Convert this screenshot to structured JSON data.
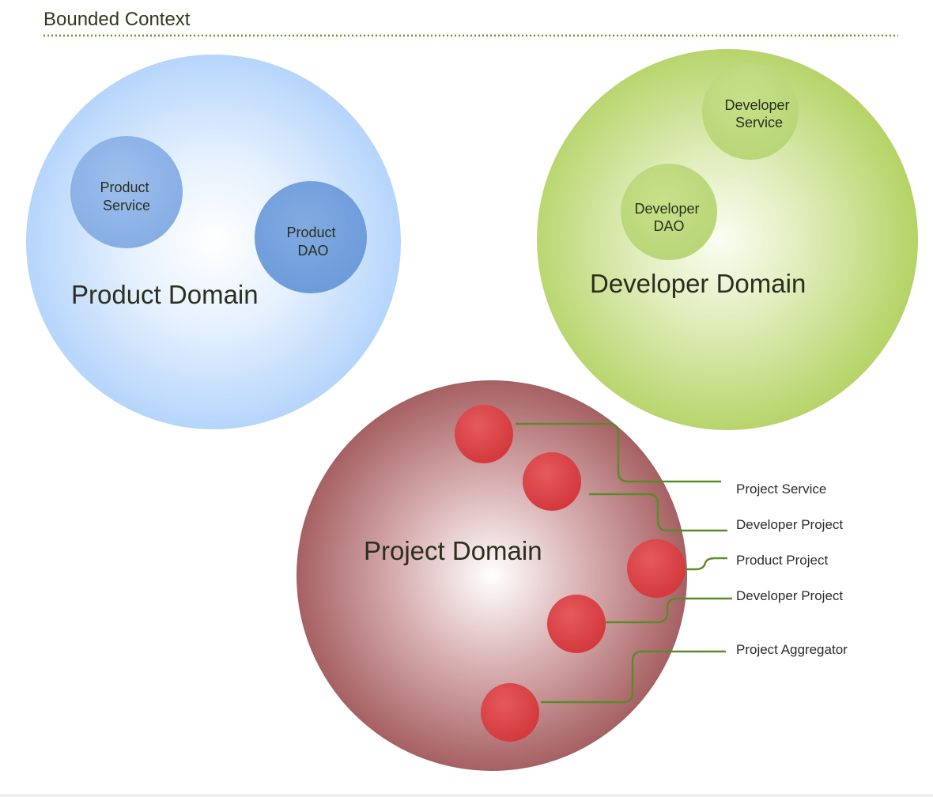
{
  "title": "Bounded Context",
  "colors": {
    "title_rule": "#6b8e23",
    "product_domain": "#bcd9fb",
    "product_inner": "#7fa9e0",
    "developer_domain": "#b8d56e",
    "developer_inner": "#c2dc80",
    "project_domain": "#a86466",
    "project_inner": "#d9474a",
    "leader_line": "#5a8a2a"
  },
  "domains": {
    "product": {
      "label": "Product Domain",
      "components": [
        {
          "lines": [
            "Product",
            "Service"
          ]
        },
        {
          "lines": [
            "Product",
            "DAO"
          ]
        }
      ]
    },
    "developer": {
      "label": "Developer Domain",
      "components": [
        {
          "lines": [
            "Developer",
            "Service"
          ]
        },
        {
          "lines": [
            "Developer",
            "DAO"
          ]
        }
      ]
    },
    "project": {
      "label": "Project Domain",
      "callouts": [
        "Project Service",
        "Developer Project",
        "Product Project",
        "Developer Project",
        "Project Aggregator"
      ]
    }
  }
}
